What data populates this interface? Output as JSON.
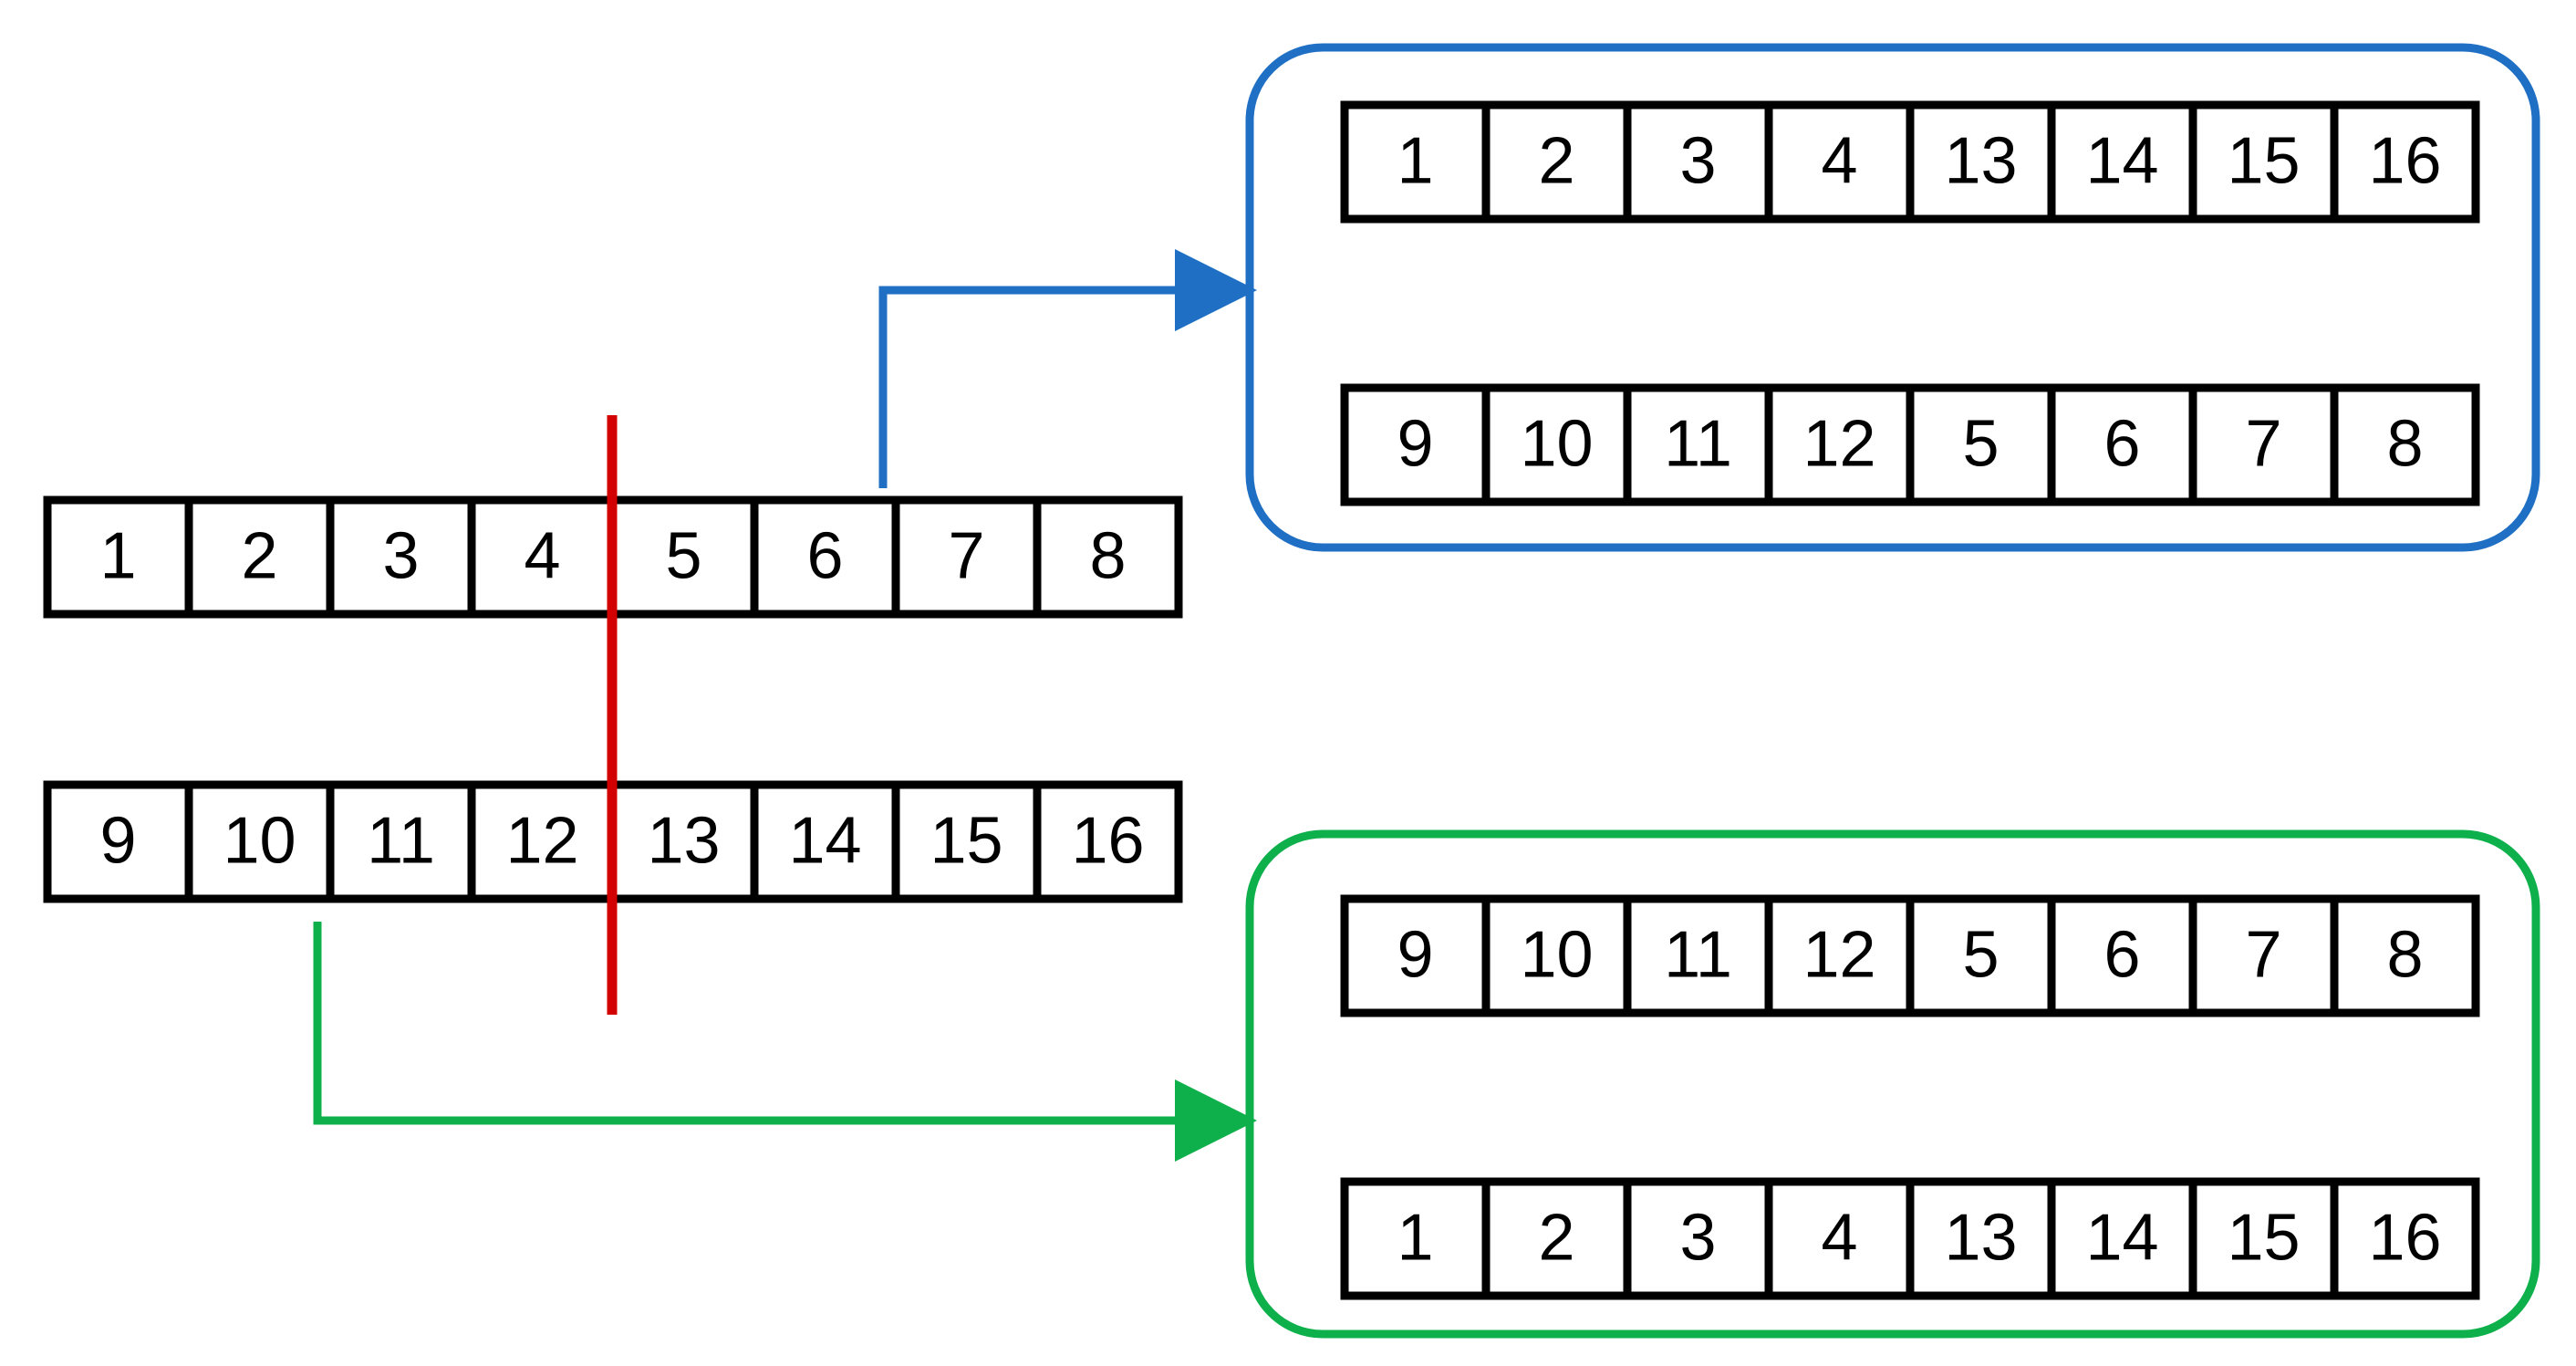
{
  "colors": {
    "cell_border": "#000000",
    "cut_line": "#d20000",
    "blue": "#1f6fc5",
    "green": "#0db04b"
  },
  "parents": {
    "row1": [
      "1",
      "2",
      "3",
      "4",
      "5",
      "6",
      "7",
      "8"
    ],
    "row2": [
      "9",
      "10",
      "11",
      "12",
      "13",
      "14",
      "15",
      "16"
    ]
  },
  "offspring_blue": {
    "row1": [
      "1",
      "2",
      "3",
      "4",
      "13",
      "14",
      "15",
      "16"
    ],
    "row2": [
      "9",
      "10",
      "11",
      "12",
      "5",
      "6",
      "7",
      "8"
    ]
  },
  "offspring_green": {
    "row1": [
      "9",
      "10",
      "11",
      "12",
      "5",
      "6",
      "7",
      "8"
    ],
    "row2": [
      "1",
      "2",
      "3",
      "4",
      "13",
      "14",
      "15",
      "16"
    ]
  }
}
